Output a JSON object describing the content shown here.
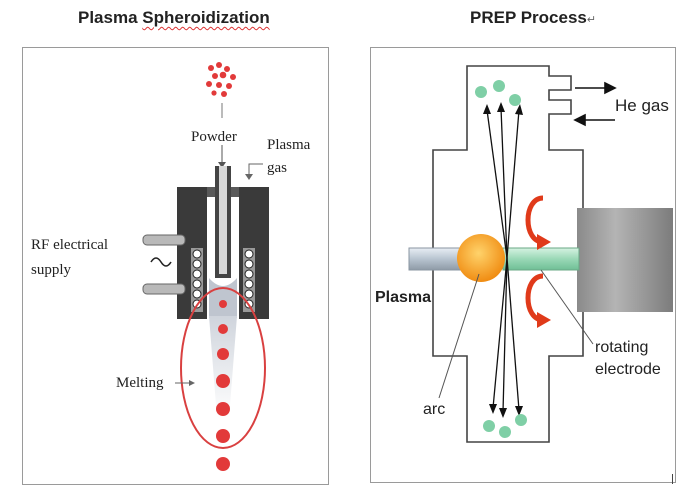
{
  "titles": {
    "left_prefix": "Plasma ",
    "left_main": "Spheroidization",
    "right": "PREP Process",
    "right_mark": "↵"
  },
  "left_diagram": {
    "powder_label": "Powder",
    "plasma_gas_line1": "Plasma",
    "plasma_gas_line2": "gas",
    "rf_line1": "RF electrical",
    "rf_line2": "supply",
    "melting_label": "Melting"
  },
  "right_diagram": {
    "he_gas_label": "He gas",
    "plasma_label": "Plasma",
    "arc_label": "arc",
    "rotating_line1": "rotating",
    "rotating_line2": "electrode"
  },
  "colors": {
    "droplet_red": "#e23a3a",
    "ellipse_red": "#d94040",
    "particle_green": "#7fcfa6",
    "arc_orange": "#f2a224",
    "rotation_red": "#e03a1a",
    "coil_dark": "#3a3a3a"
  }
}
